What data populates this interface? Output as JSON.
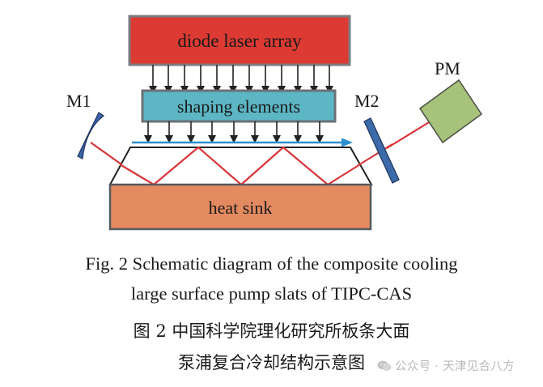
{
  "diagram": {
    "labels": {
      "laser_array": "diode laser array",
      "shaping": "shaping elements",
      "heat_sink": "heat sink",
      "m1": "M1",
      "m2": "M2",
      "pm": "PM"
    },
    "colors": {
      "laser_array_fill": "#dc3a33",
      "laser_array_border": "#7a7d82",
      "shaping_fill": "#5cb6c4",
      "shaping_border": "#6b7178",
      "heat_sink_fill": "#e48a60",
      "heat_sink_border": "#555a60",
      "slab_fill": "#ffffff",
      "slab_stroke": "#222222",
      "beam": "#d8363a",
      "pump_arrow": "#222222",
      "flow_arrow": "#2b8fd0",
      "mirror_m1": "#3b62a8",
      "mirror_m2": "#3d6aa8",
      "pm_fill": "#a7c27a",
      "pm_border": "#4a4f45"
    }
  },
  "caption": {
    "en_line1": "Fig. 2    Schematic diagram of the composite cooling",
    "en_line2": "large surface pump slats of TIPC-CAS",
    "zh_line1": "图 2    中国科学院理化研究所板条大面",
    "zh_line2": "泵浦复合冷却结构示意图"
  },
  "watermark": {
    "text": "公众号 · 天津见合八方",
    "icon": "wechat-icon"
  }
}
